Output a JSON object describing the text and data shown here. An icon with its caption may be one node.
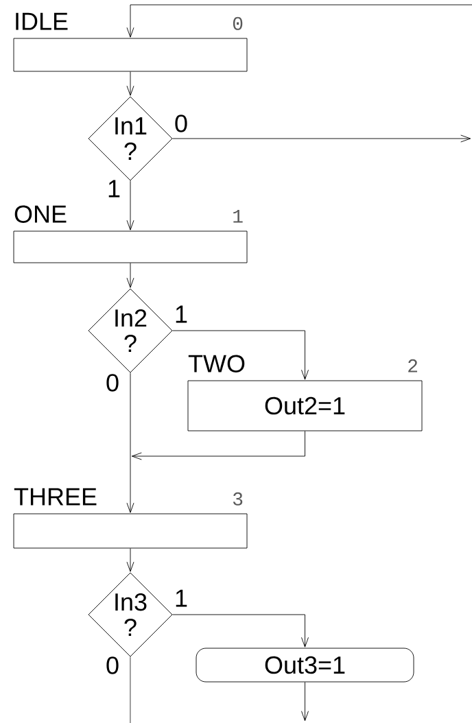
{
  "diagram": {
    "nodes": [
      {
        "text": [
          "IDLE",
          "0"
        ]
      },
      {
        "text": [
          "In1 ?"
        ]
      },
      {
        "text": [
          "ONE",
          "1"
        ]
      },
      {
        "text": [
          "In2 ?"
        ]
      },
      {
        "text": [
          "TWO",
          "2",
          "Out2=1"
        ]
      },
      {
        "text": [
          "THREE",
          "3"
        ]
      },
      {
        "text": [
          "In3 ?"
        ]
      },
      {
        "text": [
          "Out3=1"
        ]
      }
    ],
    "edges": [
      {
        "from": null,
        "to": 0,
        "arrow": "to"
      },
      {
        "from": 0,
        "to": 1,
        "arrow": "to"
      },
      {
        "from": 1,
        "to": null,
        "arrow": "to",
        "label": "0"
      },
      {
        "from": 1,
        "to": 2,
        "arrow": "to",
        "label": "1"
      },
      {
        "from": 2,
        "to": 3,
        "arrow": "to"
      },
      {
        "from": 3,
        "to": 4,
        "arrow": "to",
        "label": "1"
      },
      {
        "from": 3,
        "to": 5,
        "arrow": "to",
        "label": "0"
      },
      {
        "from": 4,
        "to": 5,
        "arrow": "to"
      },
      {
        "from": 5,
        "to": 6,
        "arrow": "to"
      },
      {
        "from": 6,
        "to": 7,
        "arrow": "to",
        "label": "1"
      },
      {
        "from": 6,
        "to": null,
        "arrow": "none",
        "label": "0"
      },
      {
        "from": 7,
        "to": null,
        "arrow": "to"
      }
    ]
  }
}
